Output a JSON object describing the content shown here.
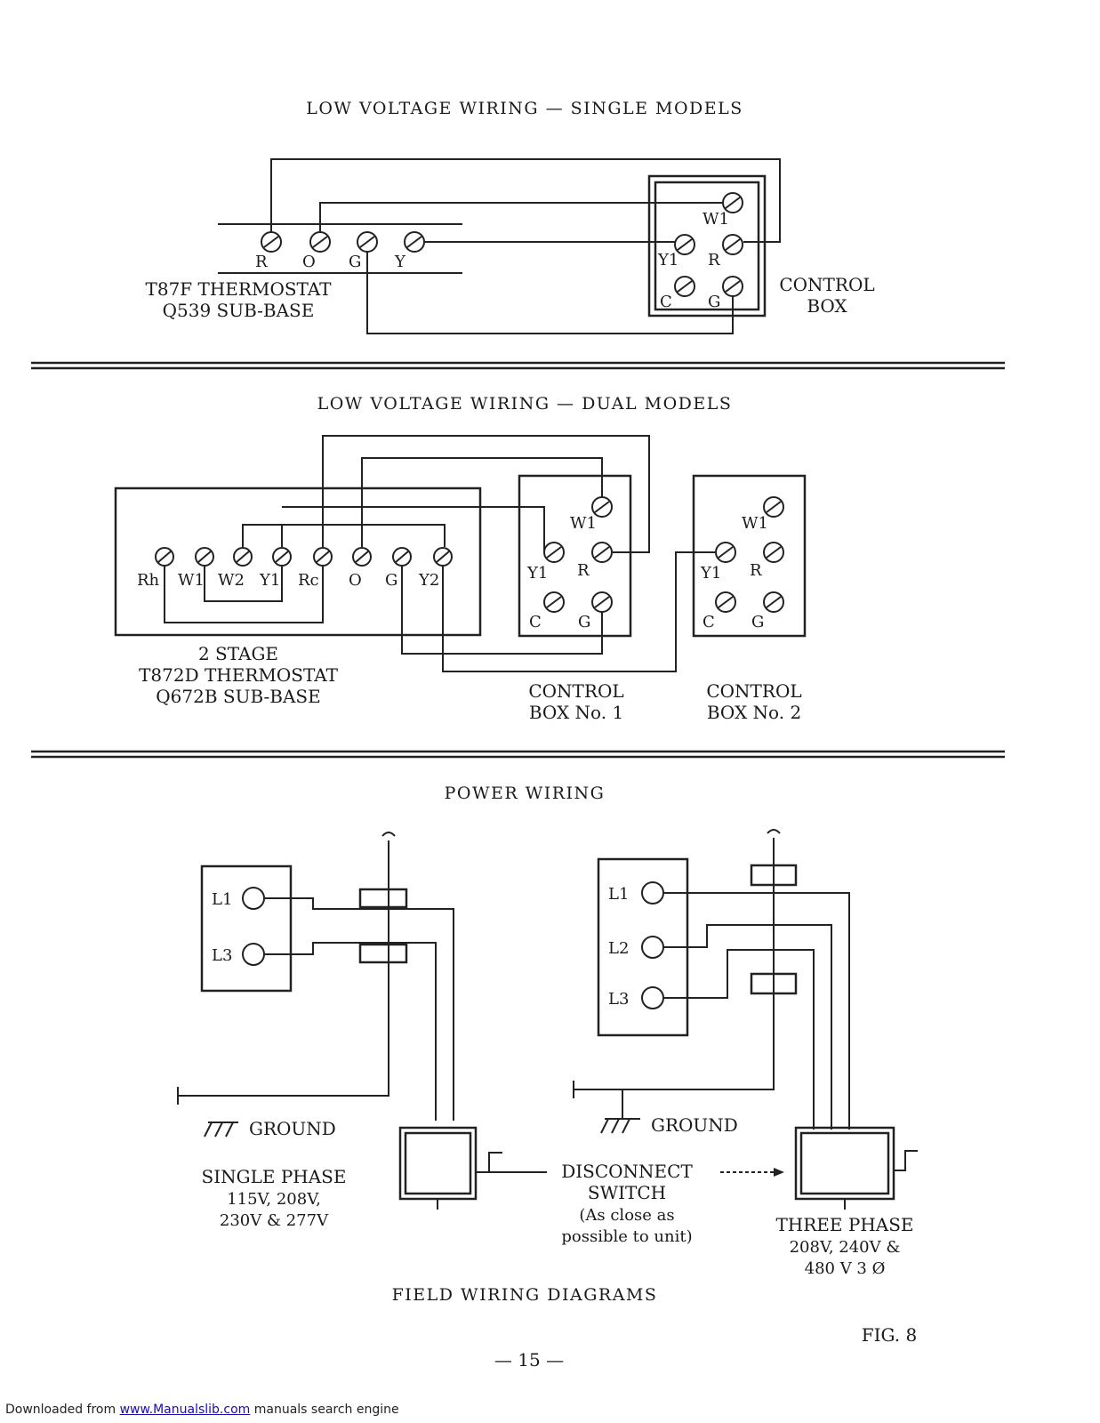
{
  "single": {
    "title": "LOW VOLTAGE WIRING — SINGLE MODELS",
    "thermostat_terminals": [
      "R",
      "O",
      "G",
      "Y"
    ],
    "thermostat_caption": [
      "T87F THERMOSTAT",
      "Q539 SUB-BASE"
    ],
    "control_box_terminals": [
      "W1",
      "Y1",
      "R",
      "C",
      "G"
    ],
    "control_box_caption": [
      "CONTROL",
      "BOX"
    ]
  },
  "dual": {
    "title": "LOW VOLTAGE WIRING — DUAL MODELS",
    "thermostat_terminals": [
      "Rh",
      "W1",
      "W2",
      "Y1",
      "Rc",
      "O",
      "G",
      "Y2"
    ],
    "thermostat_caption": [
      "2 STAGE",
      "T872D THERMOSTAT",
      "Q672B SUB-BASE"
    ],
    "box1_terminals": [
      "W1",
      "Y1",
      "R",
      "C",
      "G"
    ],
    "box1_caption": [
      "CONTROL",
      "BOX No. 1"
    ],
    "box2_terminals": [
      "W1",
      "Y1",
      "R",
      "C",
      "G"
    ],
    "box2_caption": [
      "CONTROL",
      "BOX No. 2"
    ]
  },
  "power": {
    "title": "POWER WIRING",
    "single_terminals": [
      "L1",
      "L3"
    ],
    "three_terminals": [
      "L1",
      "L2",
      "L3"
    ],
    "ground_left": "GROUND",
    "ground_right": "GROUND",
    "single_caption": [
      "SINGLE PHASE",
      "115V, 208V,",
      "230V & 277V"
    ],
    "switch_caption": [
      "DISCONNECT",
      "SWITCH",
      "(As close as",
      "possible to unit)"
    ],
    "three_caption": [
      "THREE PHASE",
      "208V, 240V &",
      "480 V 3 Ø"
    ]
  },
  "footer_title": "FIELD WIRING DIAGRAMS",
  "figure_label": "FIG. 8",
  "page_number": "— 15 —",
  "download_note": {
    "prefix": "Downloaded from ",
    "link_text": "www.Manualslib.com",
    "suffix": " manuals search engine"
  }
}
